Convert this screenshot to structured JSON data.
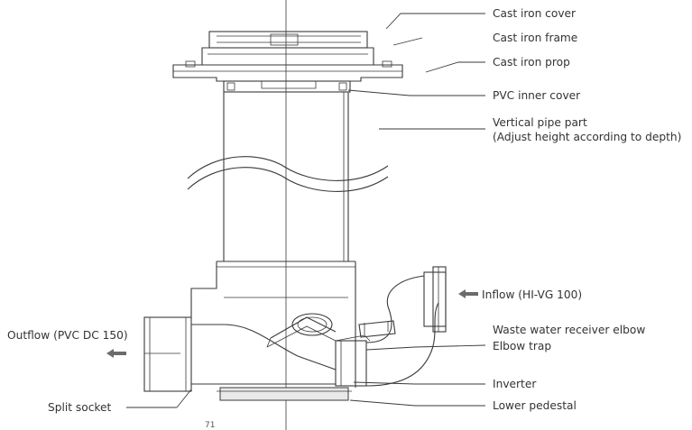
{
  "labels": {
    "cast_iron_cover": "Cast iron cover",
    "cast_iron_frame": "Cast iron frame",
    "cast_iron_prop": "Cast iron prop",
    "pvc_inner_cover": "PVC inner cover",
    "vertical_pipe_line1": "Vertical pipe part",
    "vertical_pipe_line2": "(Adjust height according to depth)",
    "inflow": "Inflow (HI-VG 100)",
    "waste_water_receiver_elbow": "Waste water receiver elbow",
    "elbow_trap": "Elbow trap",
    "outflow": "Outflow (PVC DC 150)",
    "inverter": "Inverter",
    "split_socket": "Split socket",
    "lower_pedestal": "Lower pedestal",
    "footer_mark": "71"
  },
  "colors": {
    "line": "#3a3a3a",
    "text": "#333333",
    "arrow": "#6b6b6b"
  }
}
